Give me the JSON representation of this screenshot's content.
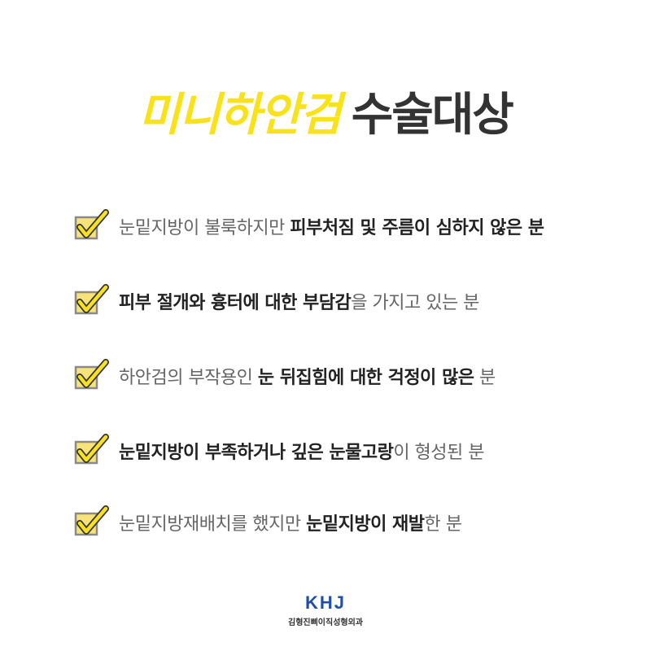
{
  "title": {
    "highlight": "미니하안검",
    "rest": "수술대상"
  },
  "items": [
    {
      "parts": [
        {
          "t": "눈밑지방이 불룩하지만 ",
          "w": "n"
        },
        {
          "t": "피부처짐 및 주름이 심하지 않은 분",
          "w": "b"
        }
      ]
    },
    {
      "parts": [
        {
          "t": "피부 절개와 흉터에 대한 부담감",
          "w": "b"
        },
        {
          "t": "을 가지고 있는 분",
          "w": "n"
        }
      ]
    },
    {
      "parts": [
        {
          "t": "하안검의 부작용인 ",
          "w": "n"
        },
        {
          "t": "눈 뒤집힘에 대한 걱정이 많은",
          "w": "b"
        },
        {
          "t": " 분",
          "w": "n"
        }
      ]
    },
    {
      "parts": [
        {
          "t": "눈밑지방이 부족하거나 깊은 눈물고랑",
          "w": "b"
        },
        {
          "t": "이 형성된 분",
          "w": "n"
        }
      ]
    },
    {
      "parts": [
        {
          "t": "눈밑지방재배치를 했지만 ",
          "w": "n"
        },
        {
          "t": "눈밑지방이 재발",
          "w": "b"
        },
        {
          "t": "한 분",
          "w": "n"
        }
      ]
    }
  ],
  "logo": {
    "mark": "KHJ",
    "name": "김형진삐이직성형외과"
  },
  "colors": {
    "highlight": "#f9e21a",
    "text_dark": "#333333",
    "text_light": "#666666",
    "logo_blue": "#1f4fa8"
  }
}
